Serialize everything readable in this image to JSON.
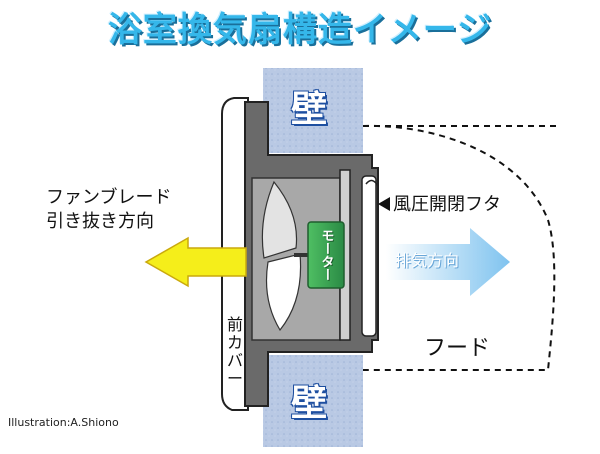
{
  "title": "浴室換気扇構造イメージ",
  "labels": {
    "wall_top": "壁",
    "wall_bottom": "壁",
    "blade_direction": "ファンブレード\n引き抜き方向",
    "damper": "風圧開閉フタ",
    "motor": "モーター",
    "exhaust_direction": "排気方向",
    "hood": "フード",
    "front_cover": "前カバー"
  },
  "credit": "Illustration:A.Shiono",
  "colors": {
    "title": "#35b7ea",
    "wall": "#b7c8e3",
    "housing": "#666666",
    "motor": "#3ca556",
    "blade_arrow": "#f5ee1a",
    "exhaust_arrow": "#8ccaf0"
  }
}
